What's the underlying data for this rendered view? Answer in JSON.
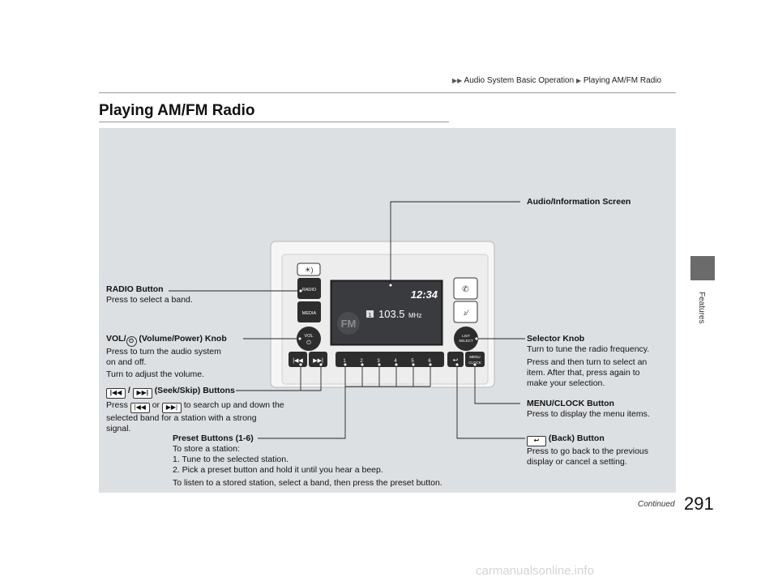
{
  "breadcrumb": {
    "level1": "Audio System Basic Operation",
    "level2": "Playing AM/FM Radio"
  },
  "page_title": "Playing AM/FM Radio",
  "side_tab": "Features",
  "page_number": "291",
  "continued": "Continued",
  "device": {
    "time": "12:34",
    "frequency": "103.5",
    "unit": "MHz",
    "band": "FM",
    "preset_index": "1",
    "btn_radio": "RADIO",
    "btn_media": "MEDIA",
    "btn_vol": "VOL",
    "btn_list": "LIST SELECT",
    "btn_menu": "MENU CLOCK",
    "presets": [
      "1",
      "2",
      "3",
      "4",
      "5",
      "6"
    ]
  },
  "callouts": {
    "screen": {
      "title": "Audio/Information Screen"
    },
    "radio": {
      "title": "RADIO Button",
      "lines": [
        "Press to select a band."
      ]
    },
    "vol": {
      "title_pre": "VOL/",
      "title_post": " (Volume/Power) Knob",
      "lines": [
        "Press to turn the audio system",
        "on and off.",
        "Turn to adjust the volume."
      ]
    },
    "seek": {
      "title_sep": "/",
      "title_post": "(Seek/Skip) Buttons",
      "line1_pre": "Press",
      "line1_mid": "or",
      "line1_post": "to search up and down the",
      "lines": [
        "selected band for a station with a strong",
        "signal."
      ]
    },
    "preset": {
      "title": "Preset Buttons (1-6)",
      "lines": [
        "To store a station:",
        "1.  Tune to the selected station.",
        "2.  Pick a preset button and hold it until you hear a beep.",
        "To listen to a stored station, select a band, then press the preset button."
      ]
    },
    "selector": {
      "title": "Selector Knob",
      "lines": [
        "Turn to tune the radio frequency.",
        "Press and then turn to select an",
        "item. After that, press again to",
        "make your selection."
      ]
    },
    "menu": {
      "title": "MENU/CLOCK Button",
      "lines": [
        "Press to display the menu items."
      ]
    },
    "back": {
      "title": "(Back) Button",
      "lines": [
        "Press to go back to the previous",
        "display or cancel a setting."
      ]
    }
  },
  "watermark": "carmanualsonline.info",
  "colors": {
    "panel": "#dde0e3",
    "tab": "#6b6b6b",
    "screen": "#2a2a2c"
  }
}
